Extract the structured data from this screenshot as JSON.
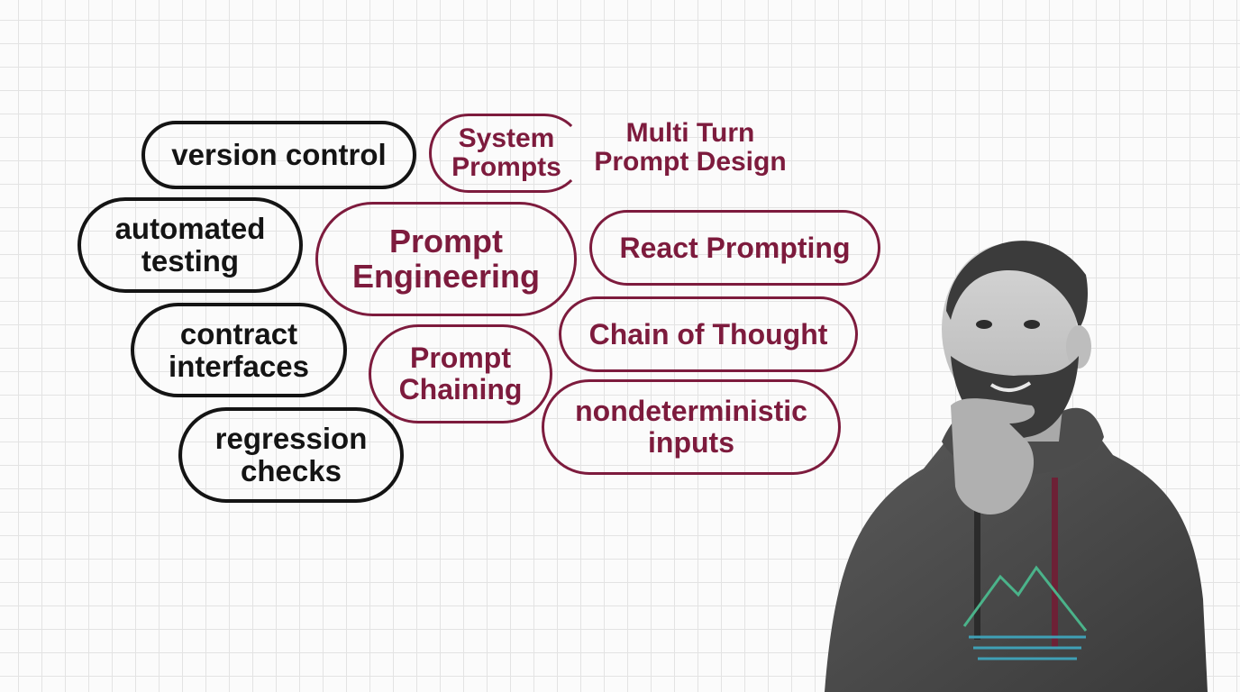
{
  "colors": {
    "black_tag": "#141414",
    "accent_tag": "#7d1b3d",
    "grid_line": "#e3e3e3",
    "background": "#fbfbfb"
  },
  "black_tags": {
    "version_control": [
      "version control"
    ],
    "automated_testing": [
      "automated",
      "testing"
    ],
    "contract_interfaces": [
      "contract",
      "interfaces"
    ],
    "regression_checks": [
      "regression",
      "checks"
    ]
  },
  "red_tags": {
    "system_prompts": [
      "System",
      "Prompts"
    ],
    "multi_turn": [
      "Multi Turn",
      "Prompt Design"
    ],
    "prompt_engineering": [
      "Prompt",
      "Engineering"
    ],
    "react_prompting": [
      "React Prompting"
    ],
    "chain_of_thought": [
      "Chain of Thought"
    ],
    "prompt_chaining": [
      "Prompt",
      "Chaining"
    ],
    "nondeterministic": [
      "nondeterministic",
      "inputs"
    ]
  },
  "illustration": {
    "subject": "man-thinking-photo",
    "shirt_graphic": "mountain-graphic"
  }
}
